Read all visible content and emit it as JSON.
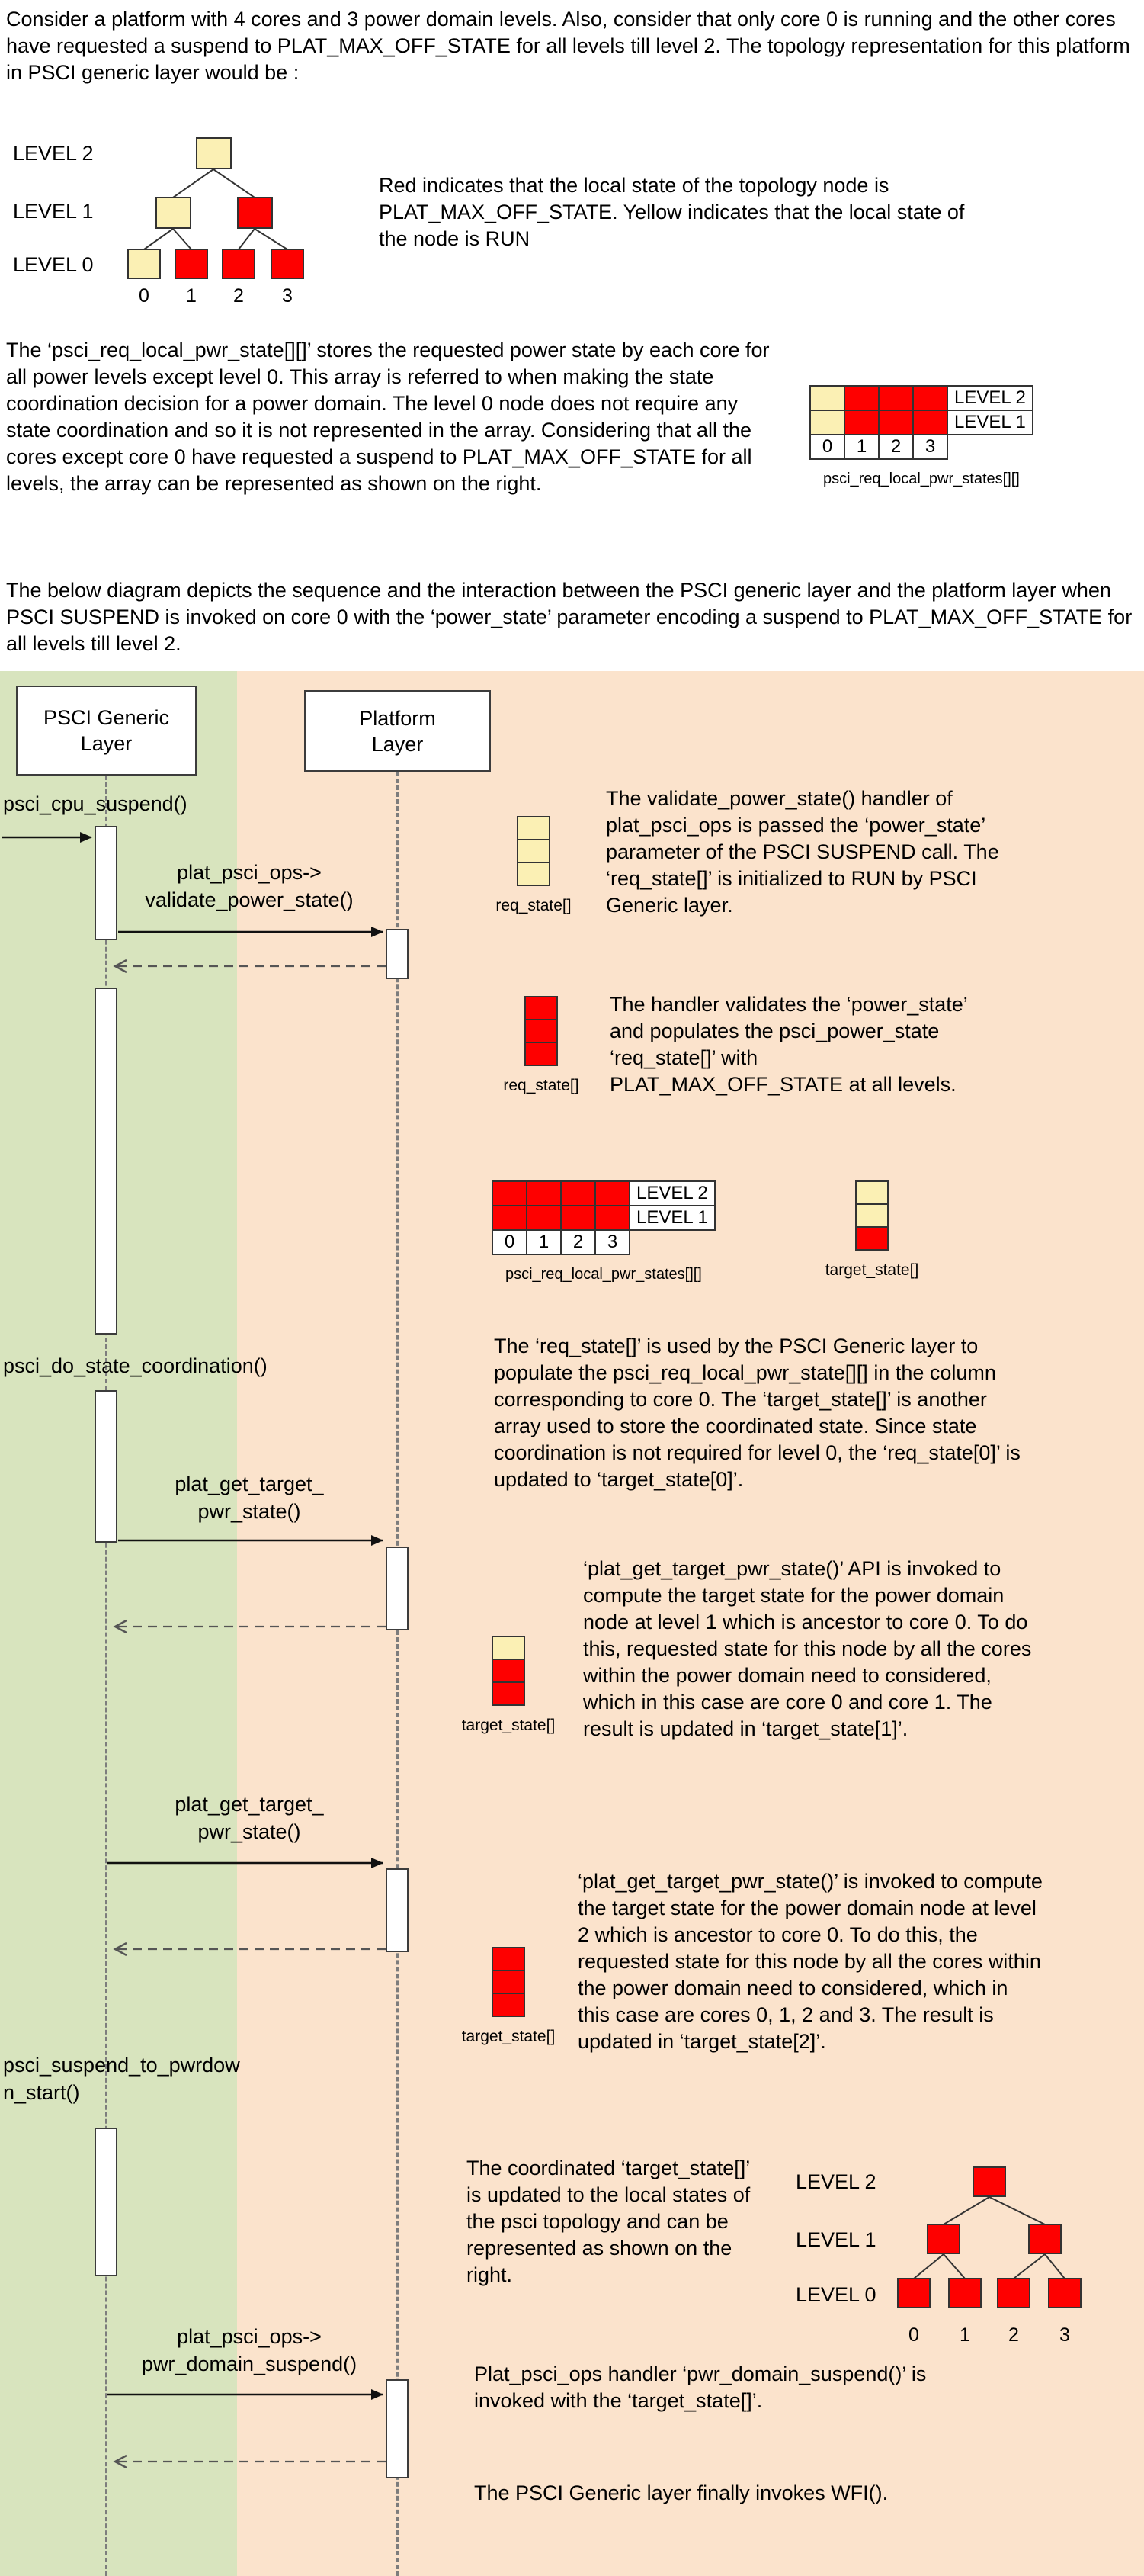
{
  "colors": {
    "run_yellow": "#FBF0B4",
    "off_red": "#FE0000",
    "psci_band": "#D8E4BE",
    "platform_band": "#FBE3CC"
  },
  "intro": {
    "para1": "Consider a platform with 4 cores and 3 power domain levels. Also, consider that only core 0 is running and the other cores have requested a suspend to PLAT_MAX_OFF_STATE for all levels till level 2. The topology representation for this platform in PSCI generic layer would be :",
    "legend": "Red indicates that the local state of the topology node is PLAT_MAX_OFF_STATE. Yellow indicates that the local state of the node is RUN",
    "para2": "The ‘psci_req_local_pwr_state[][]’ stores the requested power state by each core for all power levels except level 0. This array is referred to when making the state coordination decision for a power domain. The level 0 node does not require any state coordination and so it is not represented in the array. Considering that all the cores except core 0 have requested a suspend to PLAT_MAX_OFF_STATE for all levels, the array can be represented as shown on the right.",
    "para3": "The below diagram depicts the sequence and the interaction between the PSCI generic layer and the platform layer when PSCI SUSPEND is invoked on core 0 with the ‘power_state’ parameter encoding a suspend to PLAT_MAX_OFF_STATE for all levels till level 2."
  },
  "topology_initial": {
    "level_labels": [
      "LEVEL 2",
      "LEVEL 1",
      "LEVEL 0"
    ],
    "core_labels": [
      "0",
      "1",
      "2",
      "3"
    ],
    "level2_colors": [
      "#FBF0B4"
    ],
    "level1_colors": [
      "#FBF0B4",
      "#FE0000"
    ],
    "level0_colors": [
      "#FBF0B4",
      "#FE0000",
      "#FE0000",
      "#FE0000"
    ]
  },
  "grid_initial": {
    "caption": "psci_req_local_pwr_states[][]",
    "row_labels": [
      "LEVEL 2",
      "LEVEL 1"
    ],
    "col_labels": [
      "0",
      "1",
      "2",
      "3"
    ],
    "rows": [
      [
        "#FBF0B4",
        "#FE0000",
        "#FE0000",
        "#FE0000"
      ],
      [
        "#FBF0B4",
        "#FE0000",
        "#FE0000",
        "#FE0000"
      ]
    ]
  },
  "grid_updated": {
    "caption": "psci_req_local_pwr_states[][]",
    "row_labels": [
      "LEVEL 2",
      "LEVEL 1"
    ],
    "col_labels": [
      "0",
      "1",
      "2",
      "3"
    ],
    "rows": [
      [
        "#FE0000",
        "#FE0000",
        "#FE0000",
        "#FE0000"
      ],
      [
        "#FE0000",
        "#FE0000",
        "#FE0000",
        "#FE0000"
      ]
    ]
  },
  "req_state_initial": {
    "label": "req_state[]",
    "cells": [
      "#FBF0B4",
      "#FBF0B4",
      "#FBF0B4"
    ]
  },
  "req_state_validated": {
    "label": "req_state[]",
    "cells": [
      "#FE0000",
      "#FE0000",
      "#FE0000"
    ]
  },
  "target_state_after_coordination": {
    "label": "target_state[]",
    "cells": [
      "#FBF0B4",
      "#FBF0B4",
      "#FE0000"
    ]
  },
  "target_state_after_level1": {
    "label": "target_state[]",
    "cells": [
      "#FBF0B4",
      "#FE0000",
      "#FE0000"
    ]
  },
  "target_state_after_level2": {
    "label": "target_state[]",
    "cells": [
      "#FE0000",
      "#FE0000",
      "#FE0000"
    ]
  },
  "topology_final": {
    "level_labels": [
      "LEVEL 2",
      "LEVEL 1",
      "LEVEL 0"
    ],
    "core_labels": [
      "0",
      "1",
      "2",
      "3"
    ],
    "level2_colors": [
      "#FE0000"
    ],
    "level1_colors": [
      "#FE0000",
      "#FE0000"
    ],
    "level0_colors": [
      "#FE0000",
      "#FE0000",
      "#FE0000",
      "#FE0000"
    ]
  },
  "sequence": {
    "psci_header": "PSCI Generic\nLayer",
    "platform_header": "Platform\nLayer",
    "msg_cpu_suspend": "psci_cpu_suspend()",
    "msg_validate_power_state": "plat_psci_ops->\nvalidate_power_state()",
    "msg_do_state_coordination": "psci_do_state_coordination()",
    "msg_get_target_pwr_state_1": "plat_get_target_\npwr_state()",
    "msg_get_target_pwr_state_2": "plat_get_target_\npwr_state()",
    "msg_suspend_to_pwrdown_start": "psci_suspend_to_pwrdow\nn_start()",
    "msg_pwr_domain_suspend": "plat_psci_ops->\npwr_domain_suspend()",
    "annotations": {
      "validate": "The validate_power_state() handler of plat_psci_ops is passed the ‘power_state’ parameter of the PSCI SUSPEND call. The ‘req_state[]’ is initialized to RUN by PSCI Generic layer.",
      "populate": "The handler validates the ‘power_state’ and populates the psci_power_state ‘req_state[]’ with PLAT_MAX_OFF_STATE at all levels.",
      "coordination": "The ‘req_state[]’ is used by the PSCI Generic layer to populate the psci_req_local_pwr_state[][] in the column corresponding to core 0. The ‘target_state[]’ is another array used to store the coordinated state. Since state coordination is not required for level 0, the ‘req_state[0]’ is updated to ‘target_state[0]’.",
      "target_level1": "‘plat_get_target_pwr_state()’ API is invoked to compute the target state for the power domain node at level 1 which is ancestor to core 0. To do this, requested state for this node by all the cores within the power domain need to considered, which in this case are core 0 and core 1. The result is updated in ‘target_state[1]’.",
      "target_level2": "‘plat_get_target_pwr_state()’ is invoked to compute the target state for the power domain node at level 2 which is ancestor to core 0. To do this, the requested state for this node by all the cores within the power domain need to considered, which in this case are cores 0, 1, 2 and 3. The result is updated in ‘target_state[2]’.",
      "final_topology": "The coordinated ‘target_state[]’ is updated to the local states of the psci topology and can be represented as shown on the right.",
      "domain_suspend": "Plat_psci_ops handler ‘pwr_domain_suspend()’ is invoked with the ‘target_state[]’.",
      "wfi": "The PSCI Generic layer finally invokes WFI()."
    }
  }
}
